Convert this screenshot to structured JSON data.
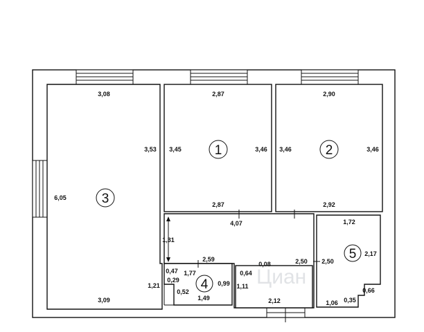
{
  "rooms": [
    {
      "number": "1"
    },
    {
      "number": "2"
    },
    {
      "number": "3"
    },
    {
      "number": "4"
    },
    {
      "number": "5"
    }
  ],
  "dimensions": {
    "r3_top": "3,08",
    "r3_left": "6,05",
    "r3_right": "3,53",
    "r3_bottom": "3,09",
    "r3_lower_right": "1,21",
    "r1_top": "2,87",
    "r1_left": "3,45",
    "r1_right": "3,46",
    "r1_bottom": "2,87",
    "r2_top": "2,90",
    "r2_left": "3,46",
    "r2_right": "3,46",
    "r2_bottom": "2,92",
    "hall_top": "4,07",
    "hall_left": "1,31",
    "r4_top": "2,59",
    "r4_a": "0,47",
    "r4_b": "1,77",
    "r4_c": "0,29",
    "r4_d": "0,52",
    "r4_e": "0,99",
    "r4_bottom": "1,49",
    "bath_top": "0,08",
    "bath_a": "0,64",
    "bath_b": "1,11",
    "bath_bottom": "2,12",
    "hall_right": "2,50",
    "r5_left": "2,50",
    "r5_top": "1,72",
    "r5_right": "2,17",
    "r5_d": "0,66",
    "r5_bottom": "1,06",
    "r5_e": "0,35"
  },
  "watermark": "Циан"
}
